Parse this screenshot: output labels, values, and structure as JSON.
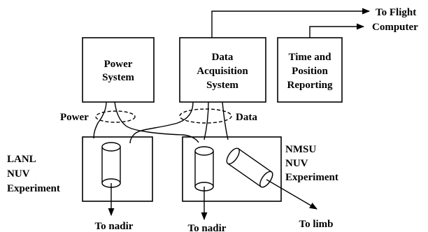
{
  "blocks": {
    "power_system": [
      "Power",
      "System"
    ],
    "data_acquisition": [
      "Data",
      "Acquisition",
      "System"
    ],
    "time_position": [
      "Time and",
      "Position",
      "Reporting"
    ]
  },
  "outputs": {
    "flight_computer": [
      "To Flight",
      "Computer"
    ]
  },
  "bundles": {
    "power": "Power",
    "data": "Data"
  },
  "experiments": {
    "lanl": [
      "LANL",
      "NUV",
      "Experiment"
    ],
    "nmsu": [
      "NMSU",
      "NUV",
      "Experiment"
    ]
  },
  "directions": {
    "lanl_nadir": "To nadir",
    "nmsu_nadir": "To nadir",
    "nmsu_limb": "To limb"
  }
}
